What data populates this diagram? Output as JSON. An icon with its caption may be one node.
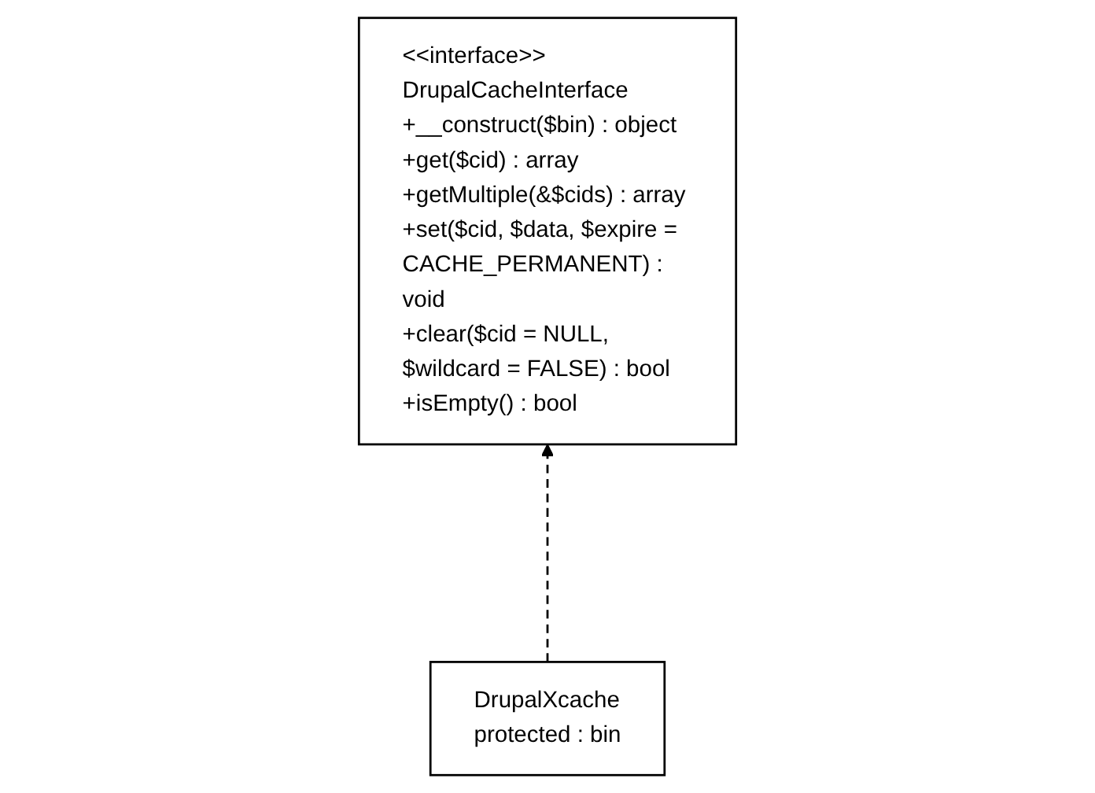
{
  "diagram": {
    "nodes": [
      {
        "text": [
          "<<interface>>",
          "DrupalCacheInterface",
          "+__construct($bin) : object",
          "+get($cid) : array",
          "+getMultiple(&$cids) : array",
          "+set($cid, $data, $expire = CACHE_PERMANENT) : void",
          "+clear($cid = NULL, $wildcard = FALSE) : bool",
          "+isEmpty() : bool"
        ]
      },
      {
        "text": [
          "DrupalXcache",
          "protected : bin"
        ]
      }
    ],
    "edges": [
      {
        "from": 1,
        "to": 0,
        "arrow": "to",
        "style": "dashed"
      }
    ]
  }
}
